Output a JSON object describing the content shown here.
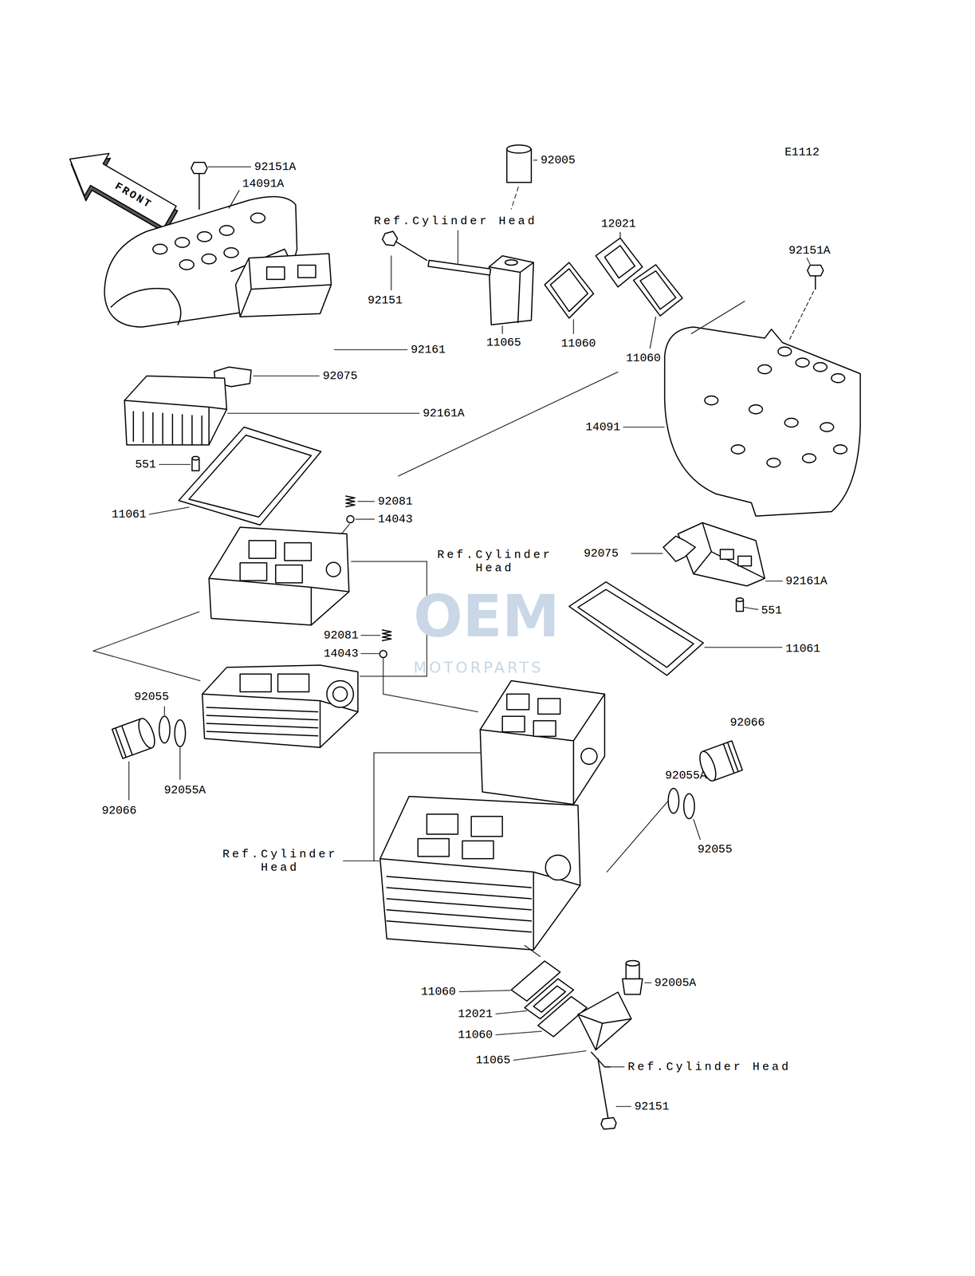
{
  "diagram": {
    "labels": [
      "E1112",
      "FRONT",
      "92151A",
      "14091A",
      "92005",
      "Ref.Cylinder Head",
      "12021",
      "92151A",
      "92151",
      "11065",
      "11060",
      "11060",
      "92161",
      "92075",
      "92161A",
      "14091",
      "551",
      "11061",
      "92081",
      "14043",
      "Ref.Cylinder Head",
      "92075",
      "92161A",
      "551",
      "92081",
      "14043",
      "11061",
      "OEM",
      "MOTORPARTS",
      "92055",
      "92066",
      "92055A",
      "92055A",
      "92066",
      "92055",
      "Ref.Cylinder Head",
      "92005A",
      "11060",
      "12021",
      "11060",
      "11065",
      "Ref.Cylinder Head",
      "92151"
    ]
  }
}
